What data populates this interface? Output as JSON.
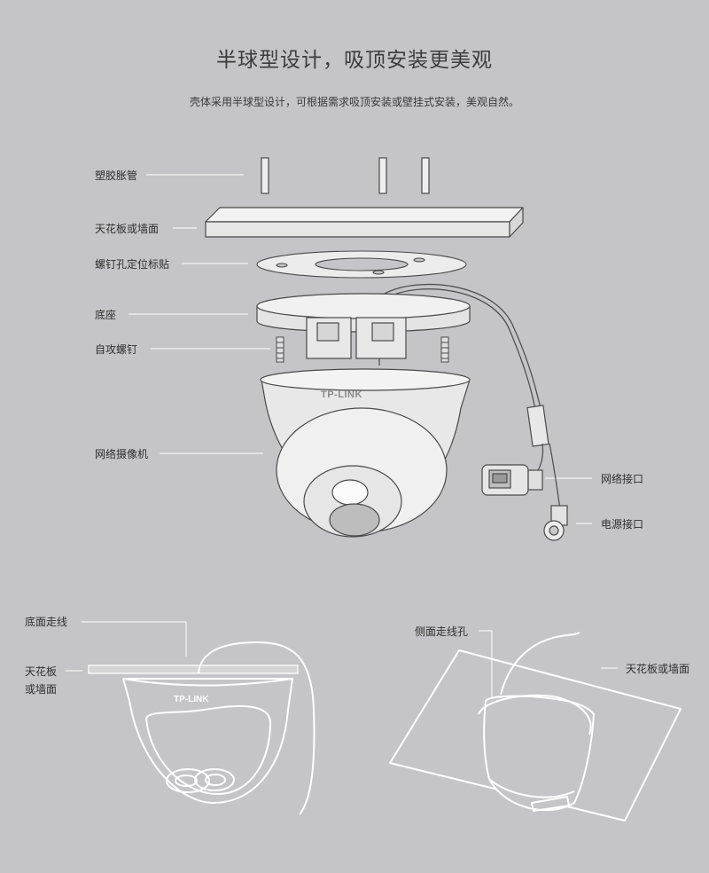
{
  "header": {
    "title": "半球型设计，吸顶安装更美观",
    "subtitle": "壳体采用半球型设计，可根据需求吸顶安装或壁挂式安装，美观自然。"
  },
  "exploded": {
    "labels": {
      "anchors": "塑胶胀管",
      "ceiling": "天花板或墙面",
      "sticker": "螺钉孔定位标贴",
      "base": "底座",
      "screws": "自攻螺钉",
      "camera": "网络摄像机",
      "network_port": "网络接口",
      "power_port": "电源接口"
    },
    "brand": "TP-LINK"
  },
  "ceiling_mount": {
    "bottom_wiring": "底面走线",
    "ceiling_line1": "天花板",
    "ceiling_line2": "或墙面",
    "brand": "TP-LINK"
  },
  "wall_mount": {
    "side_hole": "侧面走线孔",
    "ceiling": "天花板或墙面"
  },
  "colors": {
    "background": "#c5c4c6",
    "line": "#ffffff",
    "fill": "#eeeeee"
  }
}
